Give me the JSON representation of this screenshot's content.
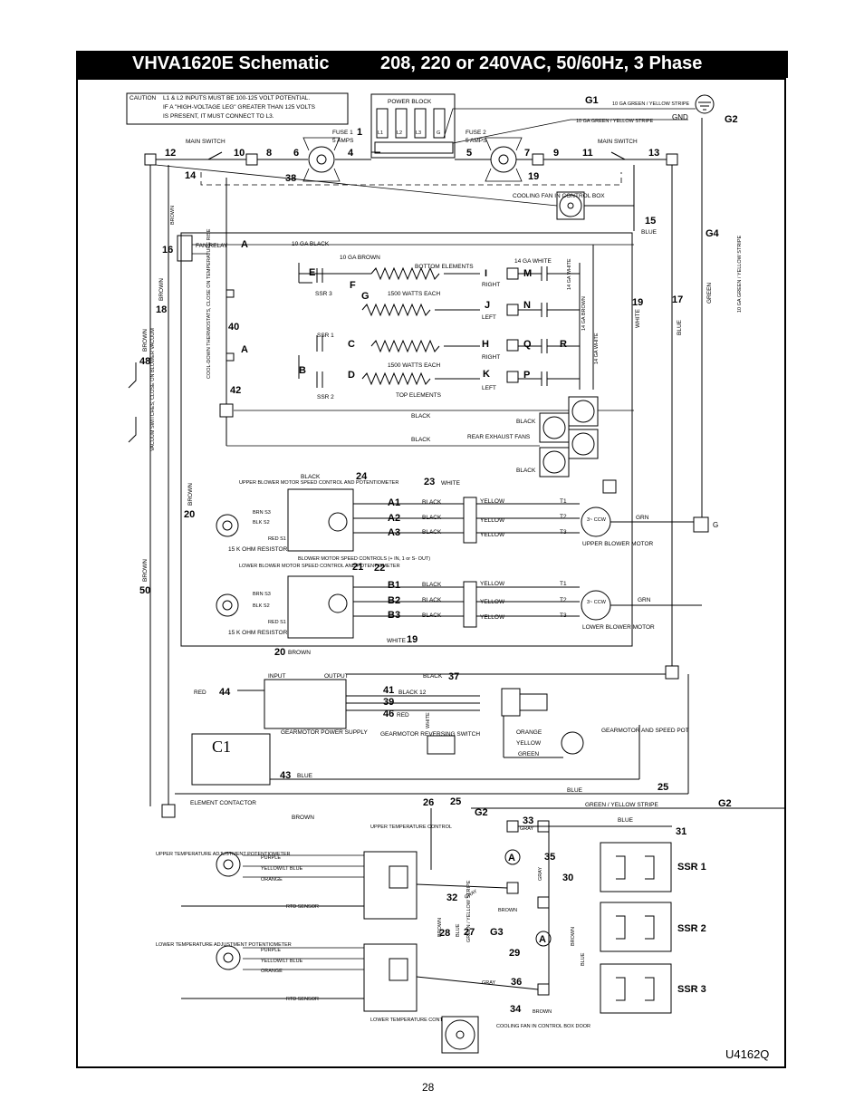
{
  "title": {
    "model": "VHVA1620E Schematic",
    "voltage": "208, 220 or 240VAC, 50/60Hz, 3 Phase"
  },
  "caution": {
    "heading": "CAUTION",
    "line1": "L1 & L2 INPUTS MUST BE 100-125 VOLT POTENTIAL.",
    "line2": "IF A \"HIGH-VOLTAGE LEG\" GREATER THAN 125 VOLTS",
    "line3": "IS PRESENT, IT MUST CONNECT TO L3."
  },
  "power_block": {
    "label": "POWER BLOCK",
    "terminals": [
      "L1",
      "L2",
      "L3",
      "G"
    ]
  },
  "fuses": [
    {
      "label": "FUSE 1",
      "rating": "5 AMPS"
    },
    {
      "label": "FUSE 2",
      "rating": "5 AMPS"
    }
  ],
  "main_switch_left": "MAIN SWITCH",
  "main_switch_right": "MAIN SWITCH",
  "ground": {
    "label": "GND",
    "g1": "G1",
    "g2": "G2",
    "g4": "G4",
    "g3": "G3",
    "g": "G",
    "wire1": "10 GA GREEN / YELLOW STRIPE",
    "wire2": "10 GA GREEN / YELLOW STRIPE"
  },
  "cooling_fan_top": "COOLING FAN IN CONTROL BOX",
  "fan_relay": "FAN RELAY",
  "wire_labels": {
    "ga10_black": "10 GA BLACK",
    "ga10_brown": "10 GA BROWN",
    "ga14_white": "14 GA WHITE",
    "ga14_white2": "14 GA WHITE",
    "ga14_brown": "14 GA BROWN",
    "ga14_white3": "14 GA WHITE",
    "black": "BLACK",
    "brown": "BROWN",
    "white": "WHITE",
    "blue": "BLUE",
    "green": "GREEN",
    "gray": "GRAY",
    "red": "RED",
    "grn": "GRN",
    "yellow": "YELLOW",
    "orange": "ORANGE",
    "green_yellow": "GREEN / YELLOW STRIPE",
    "ga10_gy_vertical": "10 GA GREEN / YELLOW STRIPE",
    "black_12": "BLACK 12"
  },
  "elements": {
    "bottom": "BOTTOM ELEMENTS",
    "top": "TOP ELEMENTS",
    "watts1": "1500 WATTS EACH",
    "watts2": "1500 WATTS EACH",
    "right": "RIGHT",
    "left": "LEFT",
    "ssr1": "SSR 1",
    "ssr2": "SSR 2",
    "ssr3": "SSR 3"
  },
  "thermostat": "COOL-DOWN THERMOSTATS, CLOSE ON TEMPERATURE RISE",
  "vacuum": "VACUUM SWITCHES, CLOSE ON BLOWER VACUUM",
  "rear_fans": "REAR EXHAUST FANS",
  "upper_blower": {
    "control": "UPPER BLOWER MOTOR SPEED CONTROL AND POTENTIOMETER",
    "motor": "UPPER BLOWER MOTOR",
    "resistor": "15 K OHM RESISTOR",
    "s3": "BRN S3",
    "s2": "BLK S2",
    "s1": "RED S1"
  },
  "lower_blower": {
    "control": "LOWER BLOWER MOTOR SPEED CONTROL AND POTENTIOMETER",
    "motor": "LOWER BLOWER MOTOR",
    "resistor": "15 K OHM RESISTOR",
    "s3": "BRN S3",
    "s2": "BLK S2",
    "s1": "RED S1"
  },
  "blower_note": "BLOWER MOTOR SPEED CONTROLS (+ IN, 1 or S- OUT)",
  "motor_ccw": "3~ CCW",
  "t_labels": [
    "T1",
    "T2",
    "T3"
  ],
  "gearmotor": {
    "input": "INPUT",
    "output": "OUTPUT",
    "supply": "GEARMOTOR POWER SUPPLY",
    "switch": "GEARMOTOR REVERSING SWITCH",
    "pot": "GEARMOTOR AND SPEED POT"
  },
  "contactor": {
    "label": "ELEMENT CONTACTOR",
    "c1": "C1"
  },
  "upper_temp": {
    "control": "UPPER TEMPERATURE CONTROL",
    "pot": "UPPER TEMPERATURE ADJUSTMENT POTENTIOMETER"
  },
  "lower_temp": {
    "control": "LOWER TEMPERATURE CONTROL",
    "pot": "LOWER TEMPERATURE ADJUSTMENT POTENTIOMETER"
  },
  "pot_wires": [
    "PURPLE",
    "YELLOW/LT BLUE",
    "ORANGE"
  ],
  "rtd": "RTD SENSOR",
  "cooling_fan_bottom": "COOLING FAN IN CONTROL BOX DOOR",
  "drawing_id": "U4162Q",
  "page_number": "28",
  "numbers": {
    "n1": "1",
    "n4": "4",
    "n5": "5",
    "n6": "6",
    "n7": "7",
    "n8": "8",
    "n9": "9",
    "n10": "10",
    "n11": "11",
    "n12": "12",
    "n13": "13",
    "n14": "14",
    "n15": "15",
    "n16": "16",
    "n17": "17",
    "n18": "18",
    "n19a": "19",
    "n19b": "19",
    "n19c": "19",
    "n20a": "20",
    "n20b": "20",
    "n21": "21",
    "n22": "22",
    "n23": "23",
    "n24": "24",
    "n25a": "25",
    "n25b": "25",
    "n26": "26",
    "n27": "27",
    "n28": "28",
    "n29": "29",
    "n30": "30",
    "n31": "31",
    "n32": "32",
    "n33": "33",
    "n34": "34",
    "n35": "35",
    "n36": "36",
    "n37": "37",
    "n38": "38",
    "n39": "39",
    "n40": "40",
    "n41": "41",
    "n42": "42",
    "n43": "43",
    "n44": "44",
    "n46": "46",
    "n48": "48",
    "n50": "50"
  },
  "letters": {
    "A1": "A1",
    "A2": "A2",
    "A3": "A3",
    "B1": "B1",
    "B2": "B2",
    "B3": "B3",
    "A": "A",
    "B": "B",
    "C": "C",
    "D": "D",
    "E": "E",
    "F": "F",
    "G": "G",
    "H": "H",
    "I": "I",
    "J": "J",
    "K": "K",
    "M": "M",
    "N": "N",
    "P": "P",
    "Q": "Q",
    "R": "R"
  }
}
